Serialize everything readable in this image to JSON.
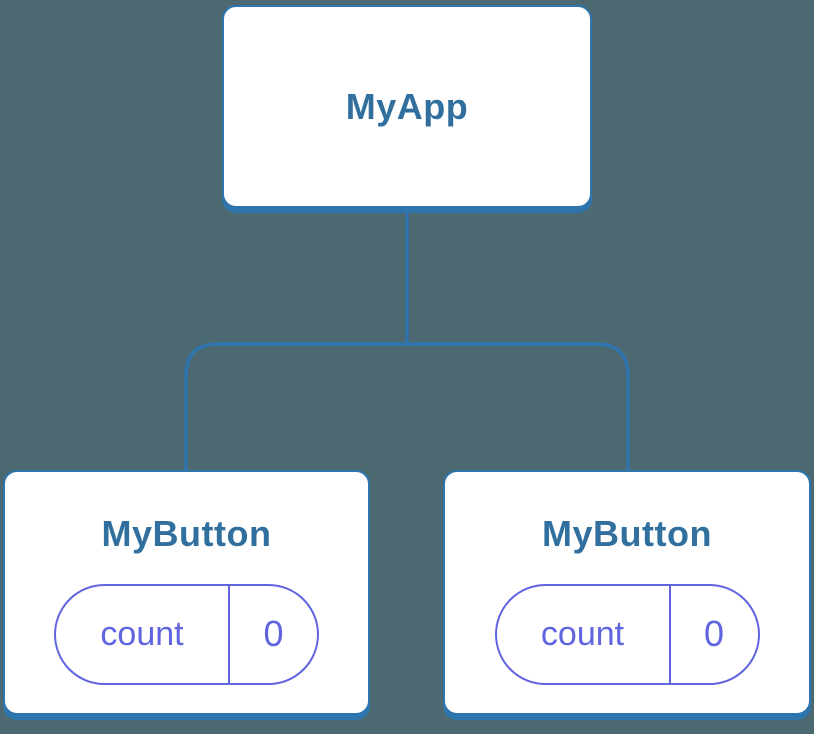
{
  "colors": {
    "background": "#4C6871",
    "box-border": "#2E75AE",
    "box-fill": "#FFFFFF",
    "heading-text": "#316F9E",
    "state-accent": "#6064DF"
  },
  "tree": {
    "root": {
      "label": "MyApp"
    },
    "children": [
      {
        "label": "MyButton",
        "state": {
          "key": "count",
          "value": "0"
        }
      },
      {
        "label": "MyButton",
        "state": {
          "key": "count",
          "value": "0"
        }
      }
    ]
  }
}
